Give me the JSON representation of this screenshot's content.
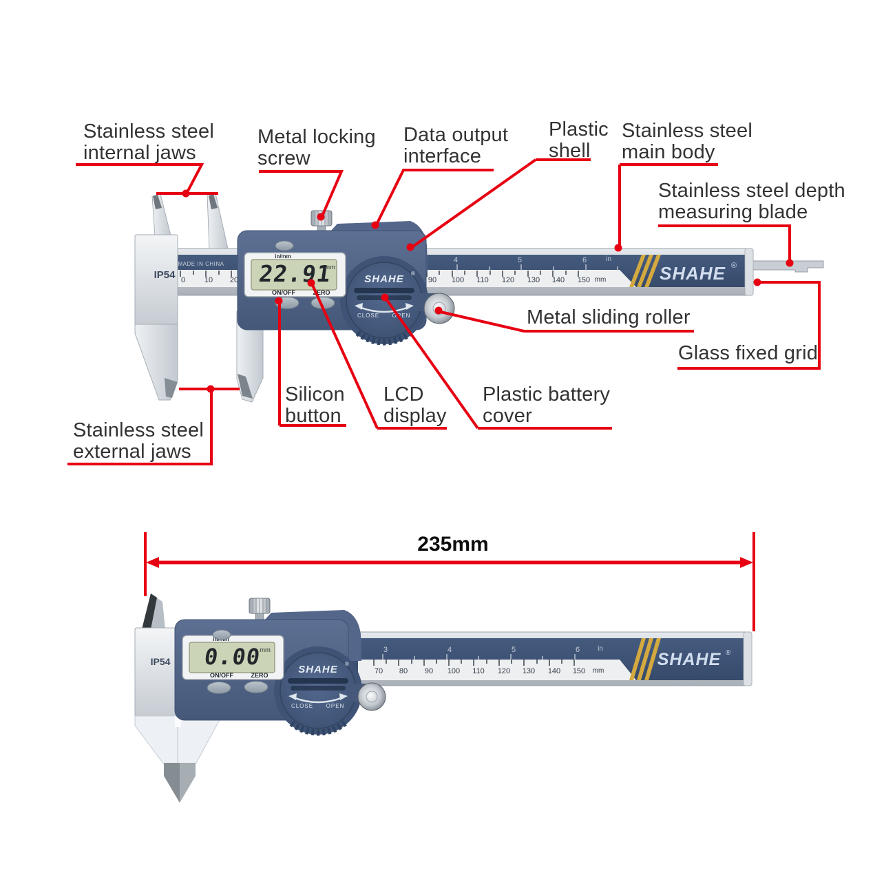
{
  "colors": {
    "accent_red": "#e60012",
    "shell_blue": "#4e6283",
    "beam_navy": "#3c5170",
    "gold_stripe": "#d4a93f",
    "lcd_green": "#cbd4b6"
  },
  "labels": {
    "internal_jaws": [
      "Stainless steel",
      "internal jaws"
    ],
    "locking_screw": [
      "Metal locking",
      "screw"
    ],
    "data_output": [
      "Data output",
      "interface"
    ],
    "plastic_shell": [
      "Plastic",
      "shell"
    ],
    "main_body": [
      "Stainless steel",
      "main body"
    ],
    "depth_blade": [
      "Stainless steel depth",
      "measuring blade"
    ],
    "sliding_roller": "Metal sliding roller",
    "glass_grid": "Glass fixed grid",
    "silicon_button": [
      "Silicon",
      "button"
    ],
    "lcd_display": [
      "LCD",
      "display"
    ],
    "battery_cover": [
      "Plastic battery",
      "cover"
    ],
    "external_jaws": [
      "Stainless steel",
      "external jaws"
    ]
  },
  "dimension": {
    "length": "235mm"
  },
  "device": {
    "brand": "SHAHE",
    "registered": "®",
    "ip_rating": "IP54",
    "made_in": "MADE IN CHINA",
    "unit_mode": "in/mm",
    "btn_on_off": "ON/OFF",
    "btn_zero": "ZERO",
    "wheel_close": "CLOSE",
    "wheel_open": "OPEN",
    "unit_mm": "mm",
    "unit_in": "in"
  },
  "top_caliper": {
    "reading": "22.91",
    "scale_mm_left": [
      "0",
      "10",
      "20"
    ],
    "scale_in": [
      "4",
      "5",
      "6"
    ],
    "scale_mm": [
      "90",
      "100",
      "110",
      "120",
      "130",
      "140",
      "150"
    ]
  },
  "bottom_caliper": {
    "reading": "0.00",
    "scale_in": [
      "3",
      "4",
      "5",
      "6"
    ],
    "scale_mm": [
      "70",
      "80",
      "90",
      "100",
      "110",
      "120",
      "130",
      "140",
      "150"
    ]
  }
}
